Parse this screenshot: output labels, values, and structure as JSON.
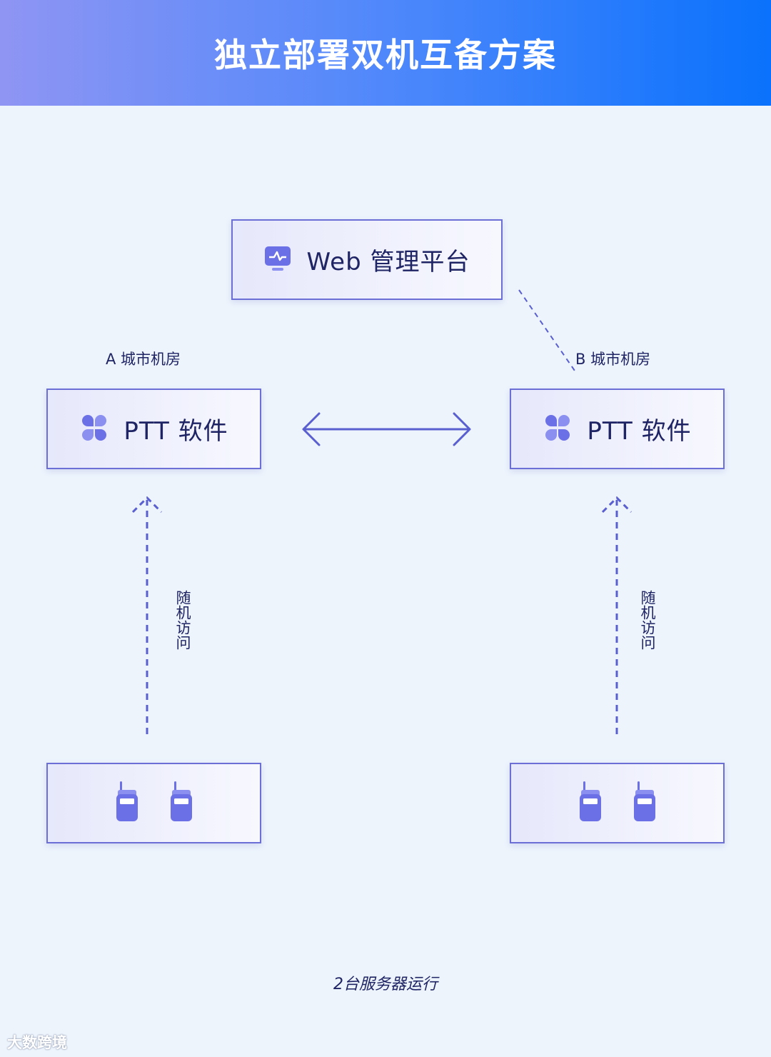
{
  "header": {
    "title": "独立部署双机互备方案"
  },
  "web_platform": {
    "label": "Web 管理平台",
    "icon": "monitor-icon"
  },
  "site_a": {
    "room_label": "A 城市机房",
    "software_label": "PTT 软件",
    "access_label": "随机访问"
  },
  "site_b": {
    "room_label": "B 城市机房",
    "software_label": "PTT 软件",
    "access_label": "随机访问"
  },
  "footer_note": "2台服务器运行",
  "watermark": "大数跨境",
  "colors": {
    "accent": "#5a5fd0",
    "box_border": "#6b6fd6",
    "text": "#1f2464",
    "background": "#edf4fc"
  }
}
